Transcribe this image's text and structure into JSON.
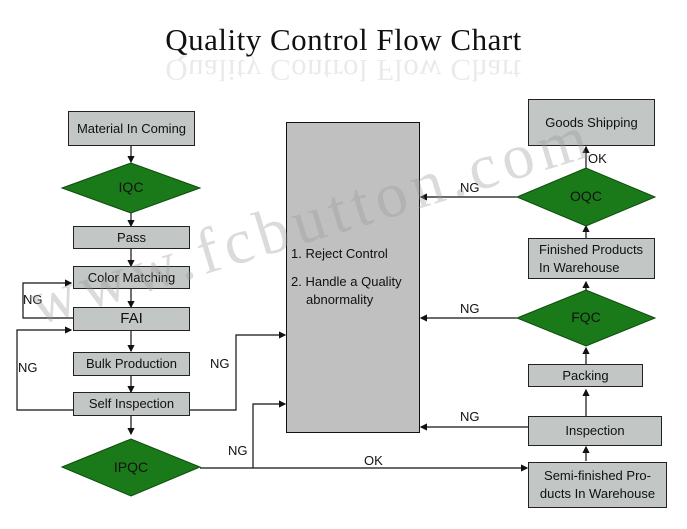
{
  "title": "Quality Control Flow Chart",
  "watermark": "www.fcbutton.com",
  "colors": {
    "diamond_fill": "#1a7a1a",
    "box_fill": "#c2c6c4",
    "center_fill": "#c0c0c0"
  },
  "left_column": {
    "material": "Material In Coming",
    "iqc": "IQC",
    "pass": "Pass",
    "color_matching": "Color Matching",
    "fai": "FAI",
    "bulk_production": "Bulk Production",
    "self_inspection": "Self Inspection",
    "ipqc": "IPQC"
  },
  "center": {
    "item1": "1. Reject Control",
    "item2_line1": "2. Handle a Quality",
    "item2_line2": "abnormality"
  },
  "right_column": {
    "goods_shipping": "Goods Shipping",
    "oqc": "OQC",
    "finished_line1": "Finished Products",
    "finished_line2": "In Warehouse",
    "fqc": "FQC",
    "packing": "Packing",
    "inspection": "Inspection",
    "semi_line1": "Semi-finished Pro-",
    "semi_line2": "ducts In Warehouse"
  },
  "labels": {
    "ng": "NG",
    "ok": "OK"
  }
}
